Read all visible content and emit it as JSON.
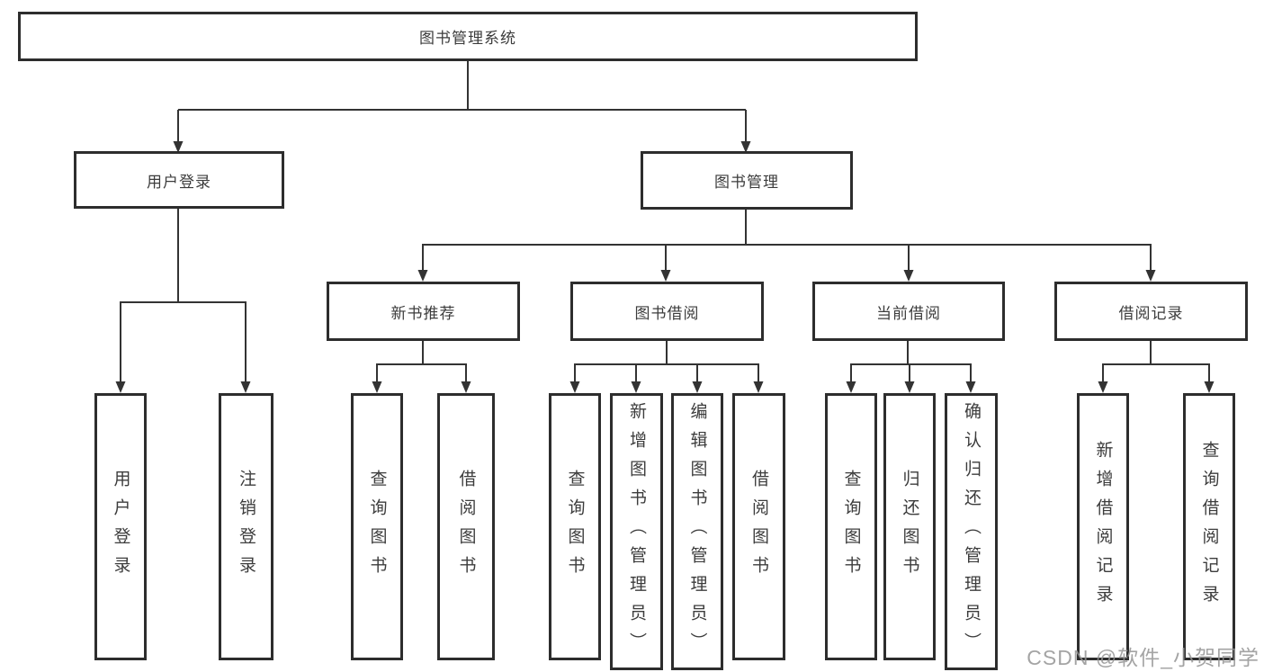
{
  "watermark": "CSDN @软件_小贺同学",
  "colors": {
    "line": "#333333",
    "box_border": "#2d2d2d",
    "box_fill": "#ffffff",
    "text": "#3c3c3c",
    "watermark": "#949494"
  },
  "tree": {
    "root": "图书管理系统",
    "branches": [
      {
        "label": "用户登录",
        "leaves": [
          "用户登录",
          "注销登录"
        ]
      },
      {
        "label": "图书管理",
        "groups": [
          {
            "label": "新书推荐",
            "leaves": [
              "查询图书",
              "借阅图书"
            ]
          },
          {
            "label": "图书借阅",
            "leaves": [
              "查询图书",
              "新增图书（管理员）",
              "编辑图书（管理员）",
              "借阅图书"
            ]
          },
          {
            "label": "当前借阅",
            "leaves": [
              "查询图书",
              "归还图书",
              "确认归还（管理员）"
            ]
          },
          {
            "label": "借阅记录",
            "leaves": [
              "新增借阅记录",
              "查询借阅记录"
            ]
          }
        ]
      }
    ]
  }
}
